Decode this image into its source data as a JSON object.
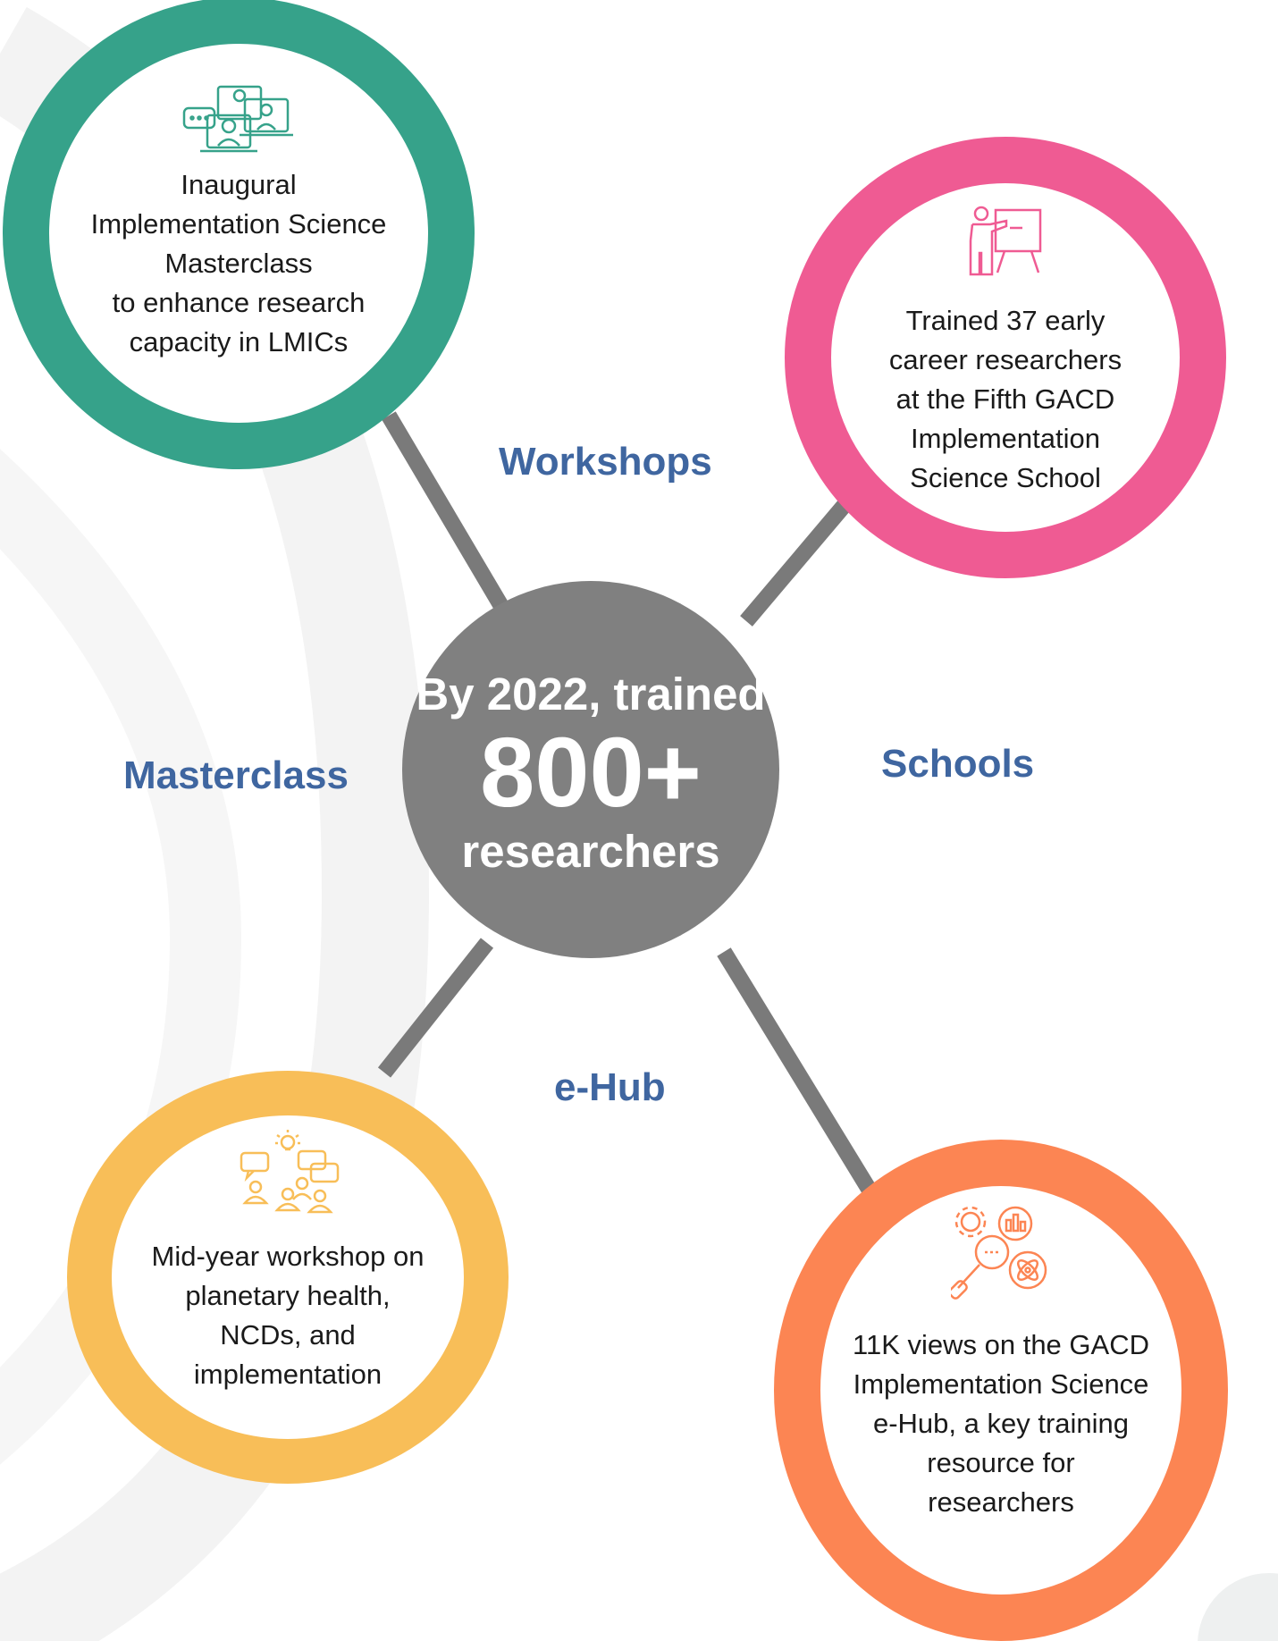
{
  "colors": {
    "masterclass": "#36a28a",
    "schools": "#ef5b93",
    "workshops": "#f8be58",
    "ehub": "#fc8553",
    "hub": "#808080",
    "connector": "#7a7a7a",
    "label": "#3f66a0"
  },
  "hub": {
    "line1": "By 2022, trained",
    "line2": "800+",
    "line3": "researchers"
  },
  "labels": {
    "workshops": "Workshops",
    "masterclass": "Masterclass",
    "schools": "Schools",
    "ehub": "e-Hub"
  },
  "nodes": {
    "masterclass": {
      "icon": "video-conference-icon",
      "text": "Inaugural\nImplementation Science\nMasterclass\nto enhance research\ncapacity in LMICs"
    },
    "schools": {
      "icon": "presenter-board-icon",
      "text": "Trained 37 early\ncareer researchers\nat the Fifth GACD\nImplementation\nScience School"
    },
    "workshops": {
      "icon": "group-discussion-icon",
      "text": "Mid-year workshop on\nplanetary health,\nNCDs, and\nimplementation"
    },
    "ehub": {
      "icon": "research-analysis-icon",
      "text": "11K views on the GACD\nImplementation Science\ne-Hub, a key training\nresource for\nresearchers"
    }
  }
}
